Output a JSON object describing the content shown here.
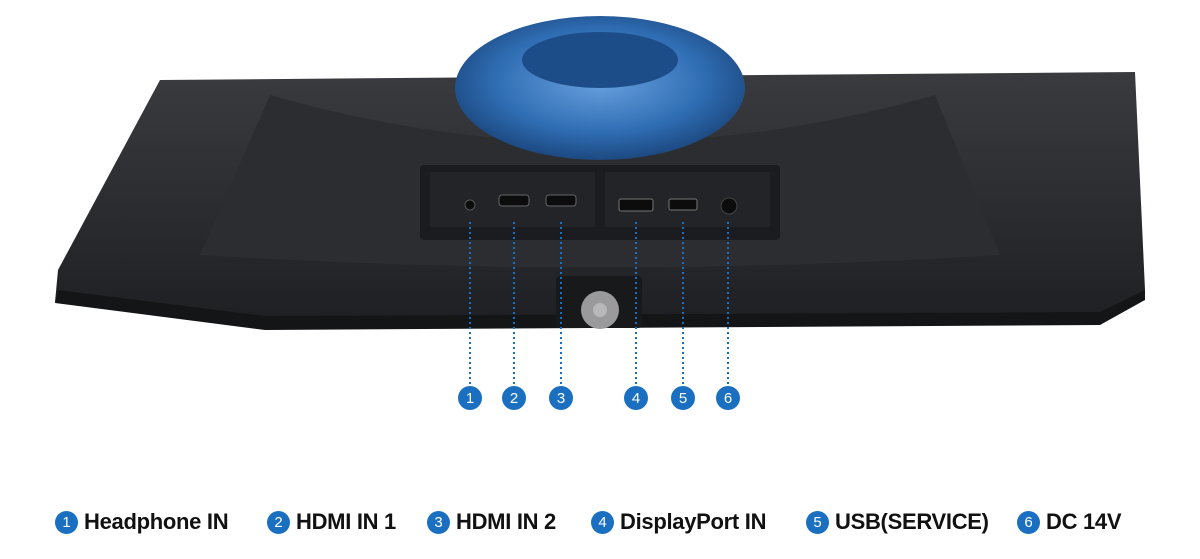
{
  "ports": [
    {
      "number": "1",
      "label": "Headphone IN"
    },
    {
      "number": "2",
      "label": "HDMI IN 1"
    },
    {
      "number": "3",
      "label": "HDMI IN 2"
    },
    {
      "number": "4",
      "label": "DisplayPort IN"
    },
    {
      "number": "5",
      "label": "USB(SERVICE)"
    },
    {
      "number": "6",
      "label": "DC 14V"
    }
  ],
  "colors": {
    "callout": "#1a6fc0",
    "stand": "#2f6db3",
    "body": "#2a2b2e"
  }
}
